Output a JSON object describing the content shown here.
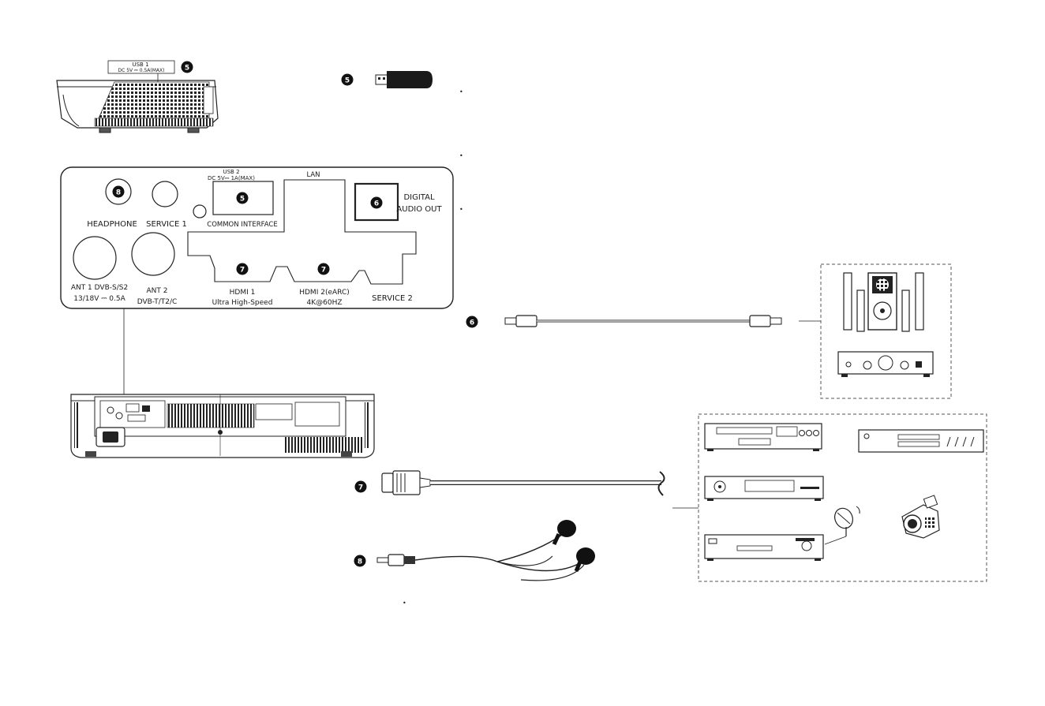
{
  "top_usb": {
    "port_label": "USB 1",
    "rating": "DC 5V ⎓ 0.5A(MAX)",
    "badge": "5"
  },
  "usb_stick": {
    "badge": "5"
  },
  "panel": {
    "usb2_label": "USB 2",
    "usb2_rating": "DC 5V⎓ 1A(MAX)",
    "usb2_badge": "5",
    "lan": "LAN",
    "headphone_badge": "8",
    "headphone": "HEADPHONE",
    "service1": "SERVICE 1",
    "common_interface": "COMMON INTERFACE",
    "digital_audio_badge": "6",
    "digital_audio_line1": "DIGITAL",
    "digital_audio_line2": "AUDIO OUT",
    "ant1_line1": "ANT 1 DVB-S/S2",
    "ant1_line2": "13/18V ⎓ 0.5A",
    "ant2_line1": "ANT 2",
    "ant2_line2": "DVB-T/T2/C",
    "hdmi1_badge": "7",
    "hdmi1_line1": "HDMI 1",
    "hdmi1_line2": "Ultra High-Speed",
    "hdmi2_badge": "7",
    "hdmi2_line1": "HDMI 2(eARC)",
    "hdmi2_line2": "4K@60HZ",
    "service2": "SERVICE 2"
  },
  "cables": {
    "optical_badge": "6",
    "hdmi_badge": "7",
    "earphone_badge": "8"
  },
  "bullets": [
    "•",
    "•",
    "•",
    "•"
  ]
}
